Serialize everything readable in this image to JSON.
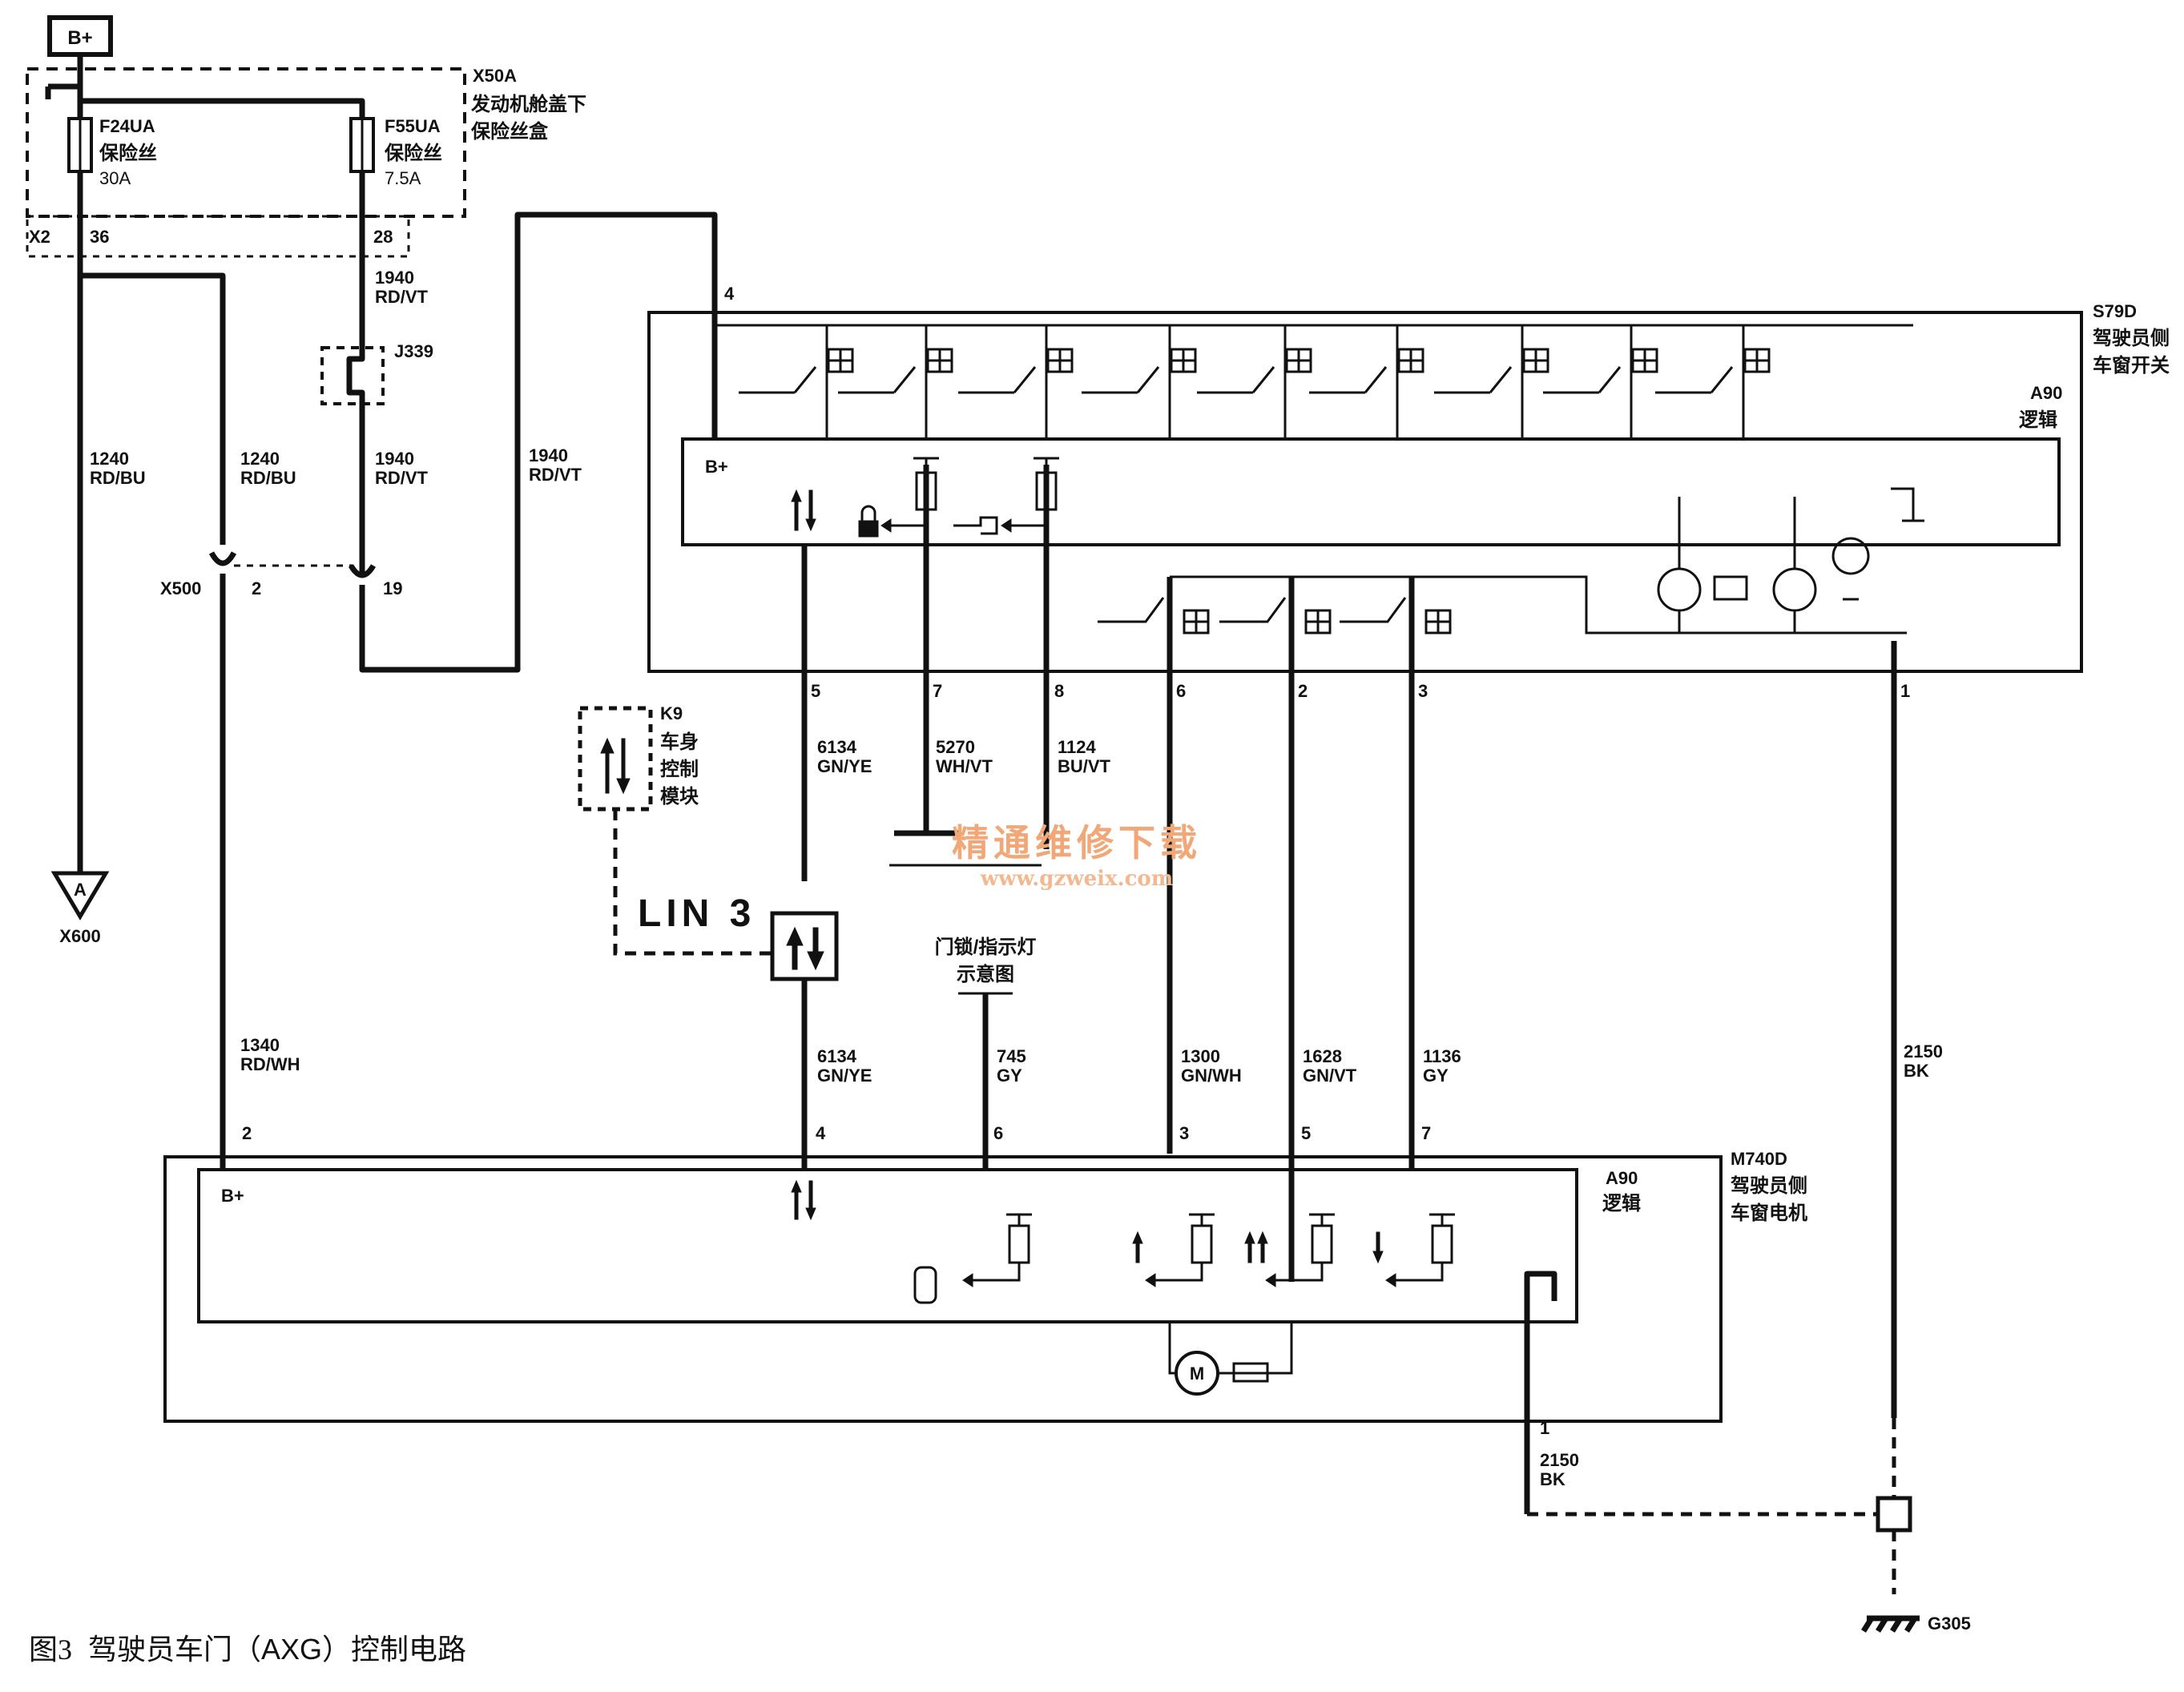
{
  "supply": {
    "label": "B+"
  },
  "fuse_box": {
    "id": "X50A",
    "name_line1": "发动机舱盖下",
    "name_line2": "保险丝盒",
    "connector": "X2"
  },
  "fuses": [
    {
      "id": "F24UA",
      "name": "保险丝",
      "rating": "30A",
      "pin": "36"
    },
    {
      "id": "F55UA",
      "name": "保险丝",
      "rating": "7.5A",
      "pin": "28"
    }
  ],
  "splice": {
    "id": "J339"
  },
  "ground_a": {
    "symbol": "A",
    "id": "X600"
  },
  "wires": {
    "w1240a_num": "1240",
    "w1240a_color": "RD/BU",
    "w1240b_num": "1240",
    "w1240b_color": "RD/BU",
    "w1940a_num": "1940",
    "w1940a_color": "RD/VT",
    "w1940b_num": "1940",
    "w1940b_color": "RD/VT",
    "w1940c_num": "1940",
    "w1940c_color": "RD/VT",
    "w1340_num": "1340",
    "w1340_color": "RD/WH",
    "w6134a_num": "6134",
    "w6134a_color": "GN/YE",
    "w5270_num": "5270",
    "w5270_color": "WH/VT",
    "w1124_num": "1124",
    "w1124_color": "BU/VT",
    "w6134b_num": "6134",
    "w6134b_color": "GN/YE",
    "w745_num": "745",
    "w745_color": "GY",
    "w1300_num": "1300",
    "w1300_color": "GN/WH",
    "w1628_num": "1628",
    "w1628_color": "GN/VT",
    "w1136_num": "1136",
    "w1136_color": "GY",
    "w2150a_num": "2150",
    "w2150a_color": "BK",
    "w2150b_num": "2150",
    "w2150b_color": "BK"
  },
  "x500": {
    "id": "X500",
    "pin_a": "2",
    "pin_b": "19"
  },
  "switch": {
    "id": "S79D",
    "name_line1": "驾驶员侧",
    "name_line2": "车窗开关",
    "logic_id": "A90",
    "logic_name": "逻辑",
    "bplus": "B+"
  },
  "switch_pins": {
    "p4": "4",
    "p5": "5",
    "p7": "7",
    "p8": "8",
    "p6": "6",
    "p2": "2",
    "p3": "3",
    "p1": "1"
  },
  "bcm": {
    "id": "K9",
    "line1": "车身",
    "line2": "控制",
    "line3": "模块"
  },
  "lin": {
    "label": "LIN 3"
  },
  "door_lock_ref": {
    "line1": "门锁/指示灯",
    "line2": "示意图"
  },
  "motor": {
    "id": "M740D",
    "name_line1": "驾驶员侧",
    "name_line2": "车窗电机",
    "logic_id": "A90",
    "logic_name": "逻辑",
    "bplus": "B+",
    "motor_symbol": "M"
  },
  "motor_pins": {
    "p2": "2",
    "p4": "4",
    "p6": "6",
    "p3": "3",
    "p5": "5",
    "p7": "7",
    "p1": "1"
  },
  "ground_main": {
    "id": "G305"
  },
  "watermark": {
    "line1": "精通维修下载",
    "line2": "www.gzweix.com"
  },
  "caption": {
    "prefix": "图",
    "number": "3",
    "text": "驾驶员车门（AXG）控制电路"
  }
}
